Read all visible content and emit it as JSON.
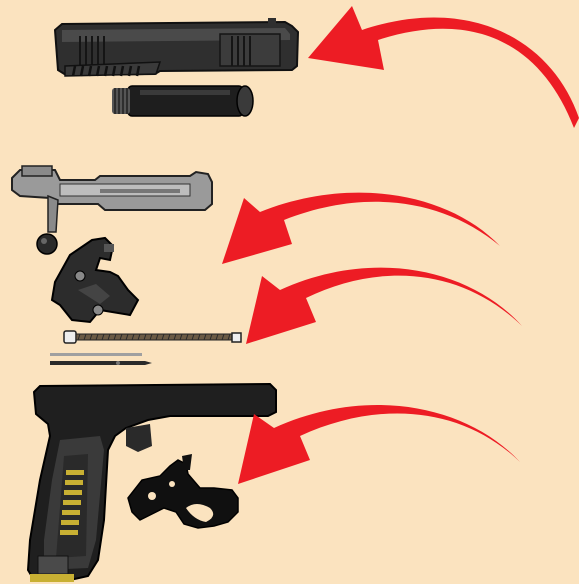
{
  "illustration": {
    "subject": "firearm-parts-breakdown",
    "background_color": "#FBE3BF",
    "arrow_color": "#ED1C24",
    "parts": [
      {
        "name": "pistol-slide",
        "icon": "slide-icon"
      },
      {
        "name": "barrel-suppressor",
        "icon": "suppressor-icon"
      },
      {
        "name": "rifle-bolt",
        "icon": "bolt-icon"
      },
      {
        "name": "trigger-group",
        "icon": "trigger-mechanism-icon"
      },
      {
        "name": "recoil-spring",
        "icon": "spring-icon"
      },
      {
        "name": "firing-pin-rods",
        "icon": "pin-icon"
      },
      {
        "name": "pistol-frame",
        "icon": "frame-icon"
      },
      {
        "name": "trigger-assembly",
        "icon": "trigger-icon"
      }
    ],
    "arrows": [
      {
        "name": "arrow-to-slide",
        "icon": "curved-arrow-icon"
      },
      {
        "name": "arrow-to-bolt",
        "icon": "curved-arrow-icon"
      },
      {
        "name": "arrow-to-spring",
        "icon": "curved-arrow-icon"
      },
      {
        "name": "arrow-to-trigger",
        "icon": "curved-arrow-icon"
      }
    ]
  }
}
